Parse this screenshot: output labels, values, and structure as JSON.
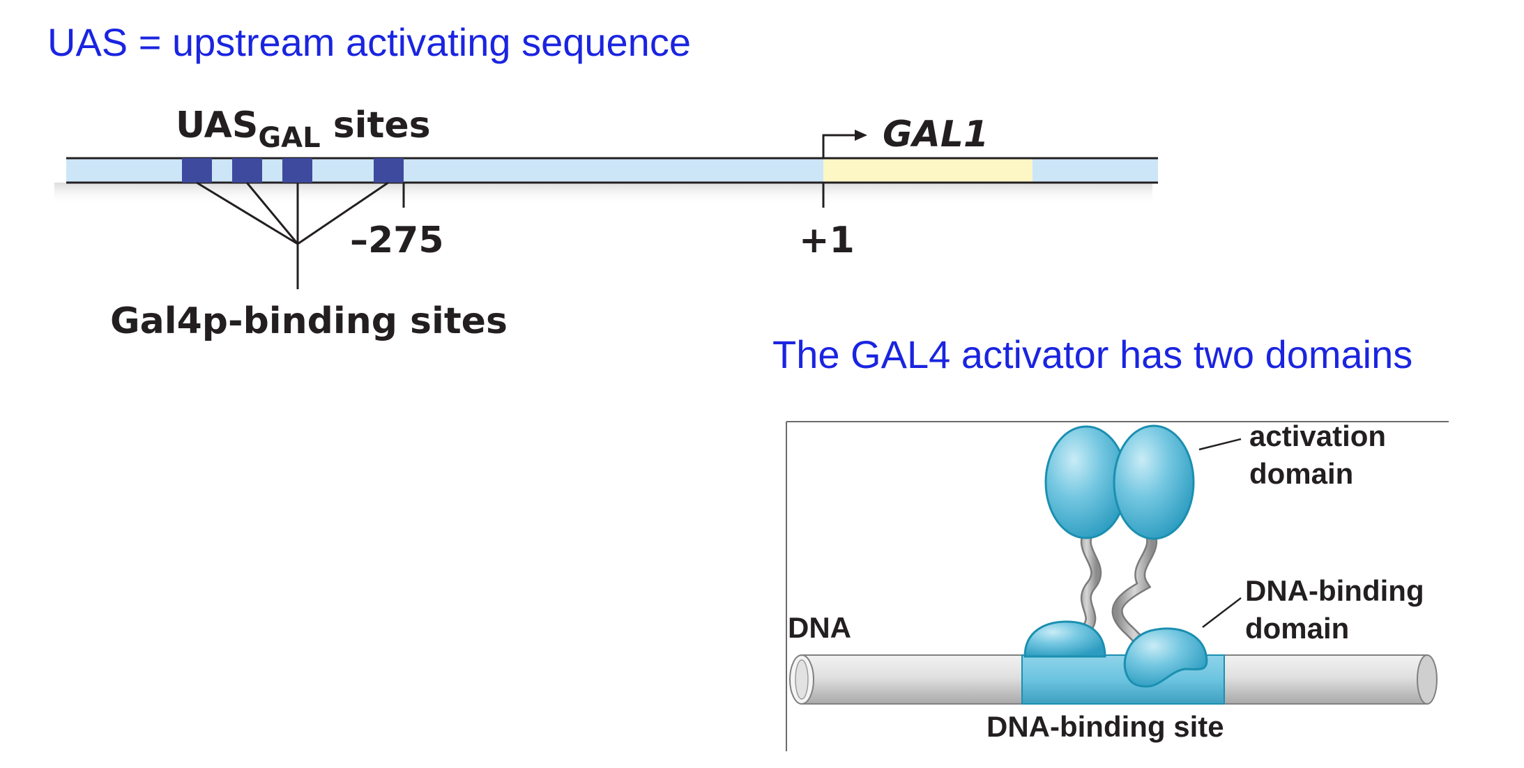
{
  "titles": {
    "uas_definition": "UAS = upstream activating sequence",
    "gal4_domains": "The GAL4 activator has two domains"
  },
  "promoter_diagram": {
    "uas_label_main": "UAS",
    "uas_label_sub": "GAL",
    "uas_label_suffix": " sites",
    "gene_label": "GAL1",
    "position_upstream": "–275",
    "position_start": "+1",
    "binding_sites_label": "Gal4p-binding sites",
    "colors": {
      "dna_strand": "#cce6f8",
      "uas_box": "#3e4a9e",
      "gene_region": "#fdf7c6",
      "line": "#231f20"
    }
  },
  "gal4_diagram": {
    "dna_label": "DNA",
    "activation_domain_label": [
      "activation",
      "domain"
    ],
    "dna_binding_domain_label": [
      "DNA-binding",
      "domain"
    ],
    "binding_site_label": "DNA-binding site",
    "colors": {
      "protein": "#4eb3d1",
      "protein_outline": "#1b8fb0",
      "dna_cylinder": "#d9d9d9",
      "binding_site": "#66c4de"
    }
  }
}
